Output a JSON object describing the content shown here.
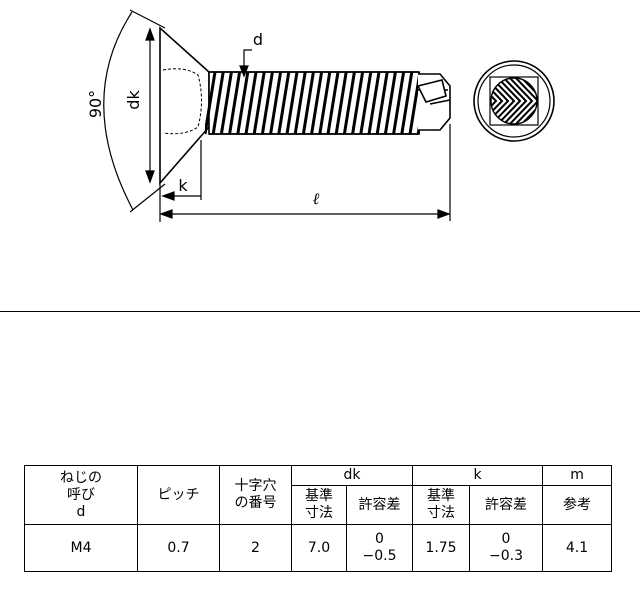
{
  "drawing": {
    "labels": {
      "angle": "90°",
      "head_diameter": "dk",
      "thread_diameter": "d",
      "head_height": "k",
      "length": "ℓ"
    }
  },
  "table": {
    "headers": {
      "thread": [
        "ねじの",
        "呼び",
        "d"
      ],
      "pitch": "ピッチ",
      "recess": [
        "十字穴",
        "の番号"
      ],
      "dk": "dk",
      "k": "k",
      "m": "m"
    },
    "subheaders": {
      "dk_basic": [
        "基準",
        "寸法"
      ],
      "dk_tolerance": "許容差",
      "k_basic": [
        "基準",
        "寸法"
      ],
      "k_tolerance": "許容差",
      "m_reference": "参考"
    },
    "row": {
      "thread": "M4",
      "pitch": "0.7",
      "recess": "2",
      "dk_basic": "7.0",
      "dk_tolerance": [
        "0",
        "−0.5"
      ],
      "k_basic": "1.75",
      "k_tolerance": [
        "0",
        "−0.3"
      ],
      "m_reference": "4.1"
    }
  }
}
